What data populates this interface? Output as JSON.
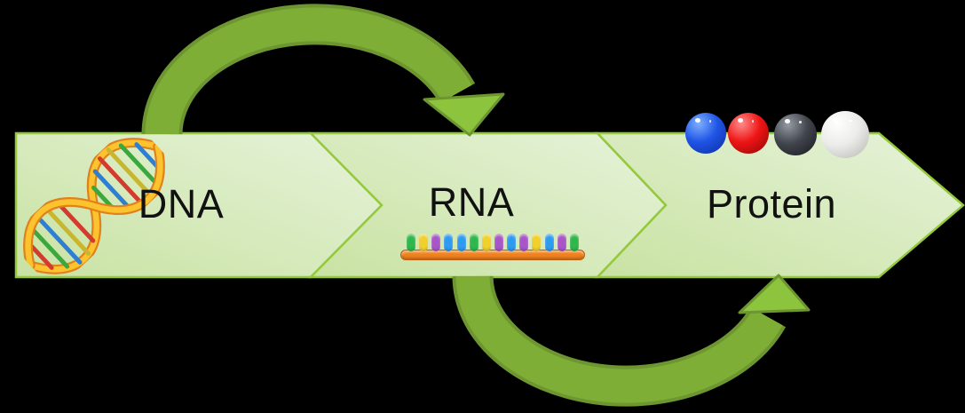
{
  "flow": {
    "steps": [
      {
        "label": "DNA",
        "icon": "dna-double-helix"
      },
      {
        "label": "RNA",
        "icon": "mrna-strand"
      },
      {
        "label": "Protein",
        "icon": "amino-acid-spheres"
      }
    ],
    "arrows": [
      {
        "name": "top-curved-arrow",
        "from": "DNA",
        "to": "RNA",
        "path": "over-the-top"
      },
      {
        "name": "bottom-curved-arrow",
        "from": "RNA",
        "to": "Protein",
        "path": "under-the-bottom"
      }
    ]
  },
  "colors": {
    "background": "#000000",
    "band_fill_light": "#e6f3da",
    "band_fill_dark": "#c9e2a2",
    "band_border": "#94c83d",
    "arrow_body": "#7fae37",
    "arrow_border": "#6d9630",
    "arrow_head": "#8cc43e",
    "label_text": "#111111",
    "dna_strand": "#fdc32f",
    "dna_strand_outline": "#e0821c",
    "rna_bar": "#ef821e"
  },
  "dna_icon": {
    "rung_colors": [
      "#d23b2e",
      "#3aa83c",
      "#2e7fd2",
      "#c8b62e",
      "#d23b2e",
      "#3aa83c",
      "#2e7fd2",
      "#d23b2e",
      "#c8b62e",
      "#3aa83c",
      "#2e7fd2"
    ]
  },
  "rna_icon": {
    "peg_colors": [
      "#2eb84b",
      "#f2d02c",
      "#a855c8",
      "#2e9bf2",
      "#2e9bf2",
      "#2eb84b",
      "#f2d02c",
      "#a855c8",
      "#2e9bf2",
      "#a855c8",
      "#f2d02c",
      "#2e9bf2",
      "#a855c8",
      "#2eb84b"
    ]
  },
  "protein_icon": {
    "spheres": [
      {
        "name": "blue",
        "base": "#1f54e6",
        "light": "#7fb0ff",
        "shadow": "#0b2d9e"
      },
      {
        "name": "red",
        "base": "#ee1515",
        "light": "#ff8d8d",
        "shadow": "#8e0505"
      },
      {
        "name": "dark-gray",
        "base": "#41454c",
        "light": "#969ca5",
        "shadow": "#17191d"
      },
      {
        "name": "white",
        "base": "#ececea",
        "light": "#ffffff",
        "shadow": "#b5b5af"
      }
    ]
  }
}
